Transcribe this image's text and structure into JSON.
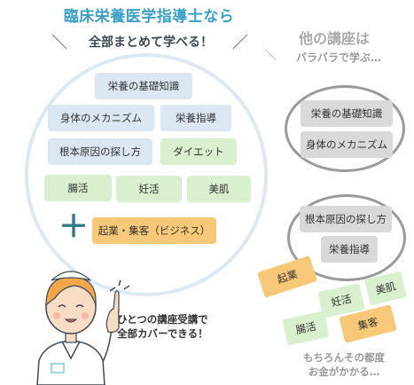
{
  "left": {
    "title": "臨床栄養医学指導士なら",
    "subtitle": "全部まとめて学べる！",
    "circle_items": [
      {
        "label": "栄養の基礎知識",
        "color": "blue"
      },
      {
        "label": "身体のメカニズム",
        "color": "blue"
      },
      {
        "label": "栄養指導",
        "color": "blue"
      },
      {
        "label": "根本原因の探し方",
        "color": "blue"
      },
      {
        "label": "ダイエット",
        "color": "green"
      },
      {
        "label": "腸活",
        "color": "green"
      },
      {
        "label": "妊活",
        "color": "green"
      },
      {
        "label": "美肌",
        "color": "green"
      }
    ],
    "plus_item": "起業・集客（ビジネス）",
    "speech_line1": "ひとつの講座受講で",
    "speech_line2": "全部カバーできる！"
  },
  "right": {
    "title": "他の講座は",
    "subtitle": "バラバラで学ぶ…",
    "circle1_items": [
      "栄養の基礎知識",
      "身体のメカニズム"
    ],
    "circle2_items": [
      "根本原因の探し方",
      "栄養指導"
    ],
    "scattered": [
      {
        "label": "起業",
        "color": "orange"
      },
      {
        "label": "妊活",
        "color": "green"
      },
      {
        "label": "美肌",
        "color": "green"
      },
      {
        "label": "腸活",
        "color": "green"
      },
      {
        "label": "集客",
        "color": "orange"
      }
    ],
    "footer_line1": "もちろんその都度",
    "footer_line2": "お金がかかる…"
  },
  "colors": {
    "accent_blue": "#3aa0c8",
    "pill_blue": "#dbe8f4",
    "pill_green": "#d9f0cf",
    "pill_orange": "#f7c877",
    "pill_gray": "#d9d9d9"
  }
}
